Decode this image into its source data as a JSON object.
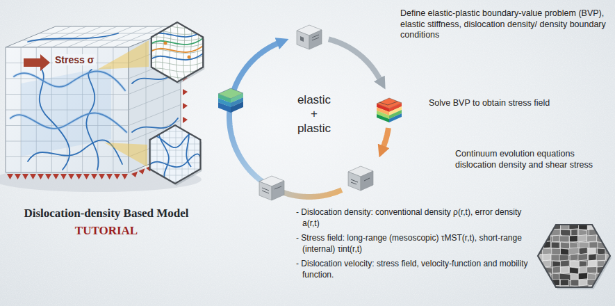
{
  "diagram": {
    "title": "Dislocation-density Based Model",
    "nodes": [
      {
        "text": [
          "Define elastic-plastic boundary-value problem (BVP), elastic stiffness, dislocation density/ density boundary conditions"
        ]
      },
      {
        "text": [
          "Solve BVP to obtain stress field"
        ]
      },
      {
        "text": [
          "Continuum evolution equations dislocation density and shear stress"
        ]
      }
    ],
    "edges": [
      {
        "from": 0,
        "to": 1,
        "arrow": "to"
      },
      {
        "from": 1,
        "to": 2,
        "arrow": "to"
      },
      {
        "from": 2,
        "to": 0,
        "arrow": "to"
      }
    ],
    "labels": [
      "Stress σ",
      "TUTORIAL",
      "elastic + plastic",
      "- Dislocation density: conventional density ρ(r,t), error density a(r,t)",
      "- Stress field: long-range (mesoscopic) τMST(r,t), short-range (internal) τint(r,t)",
      "- Dislocation velocity: stress field, velocity-function and mobility function."
    ]
  }
}
